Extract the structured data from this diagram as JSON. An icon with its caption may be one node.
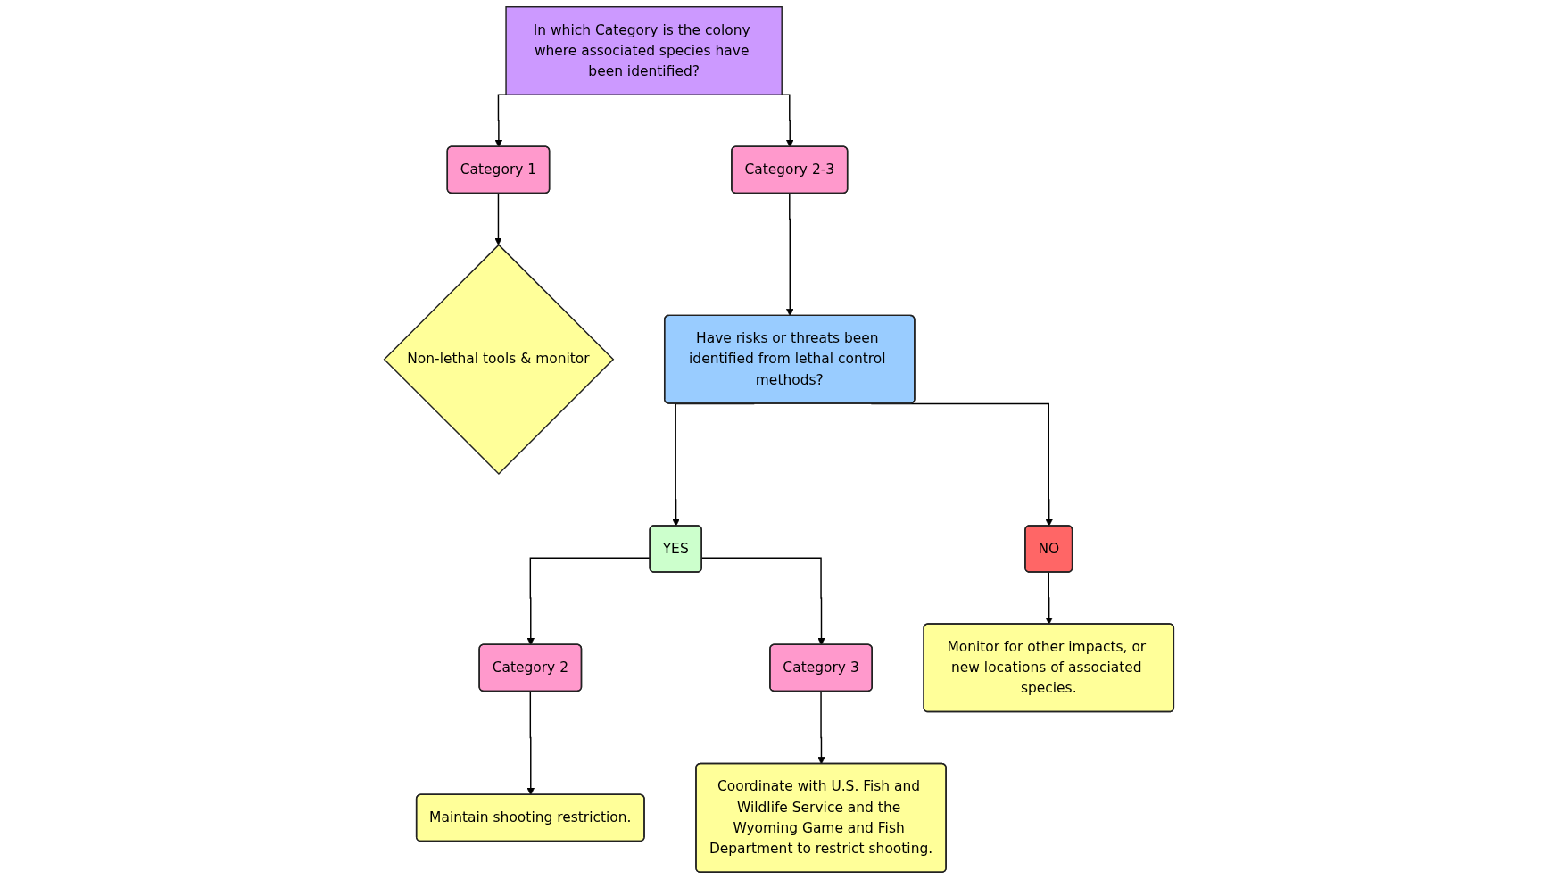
{
  "diagram": {
    "nodes": [
      {
        "text": [
          "In which Category is the colony where associated species have been identified?"
        ]
      },
      {
        "text": [
          "Category 1"
        ]
      },
      {
        "text": [
          "Category 2-3"
        ]
      },
      {
        "text": [
          "Non-lethal tools & monitor"
        ]
      },
      {
        "text": [
          "Have risks or threats been identified from lethal control methods?"
        ]
      },
      {
        "text": [
          "YES"
        ]
      },
      {
        "text": [
          "NO"
        ]
      },
      {
        "text": [
          "Category 2"
        ]
      },
      {
        "text": [
          "Category 3"
        ]
      },
      {
        "text": [
          "Maintain shooting restriction."
        ]
      },
      {
        "text": [
          "Coordinate with U.S. Fish and Wildlife Service and the Wyoming Game and Fish Department to restrict shooting."
        ]
      },
      {
        "text": [
          "Monitor for other impacts, or new locations of associated species."
        ]
      }
    ],
    "edges": [
      {
        "from": 0,
        "to": 1,
        "arrow": "to"
      },
      {
        "from": 0,
        "to": 2,
        "arrow": "to"
      },
      {
        "from": 1,
        "to": 3,
        "arrow": "to"
      },
      {
        "from": 2,
        "to": 4,
        "arrow": "to"
      },
      {
        "from": 4,
        "to": 5,
        "arrow": "to"
      },
      {
        "from": 4,
        "to": 6,
        "arrow": "to"
      },
      {
        "from": 5,
        "to": 7,
        "arrow": "to"
      },
      {
        "from": 5,
        "to": 8,
        "arrow": "to"
      },
      {
        "from": 6,
        "to": 11,
        "arrow": "to"
      },
      {
        "from": 7,
        "to": 9,
        "arrow": "to"
      },
      {
        "from": 8,
        "to": 10,
        "arrow": "to"
      }
    ]
  }
}
